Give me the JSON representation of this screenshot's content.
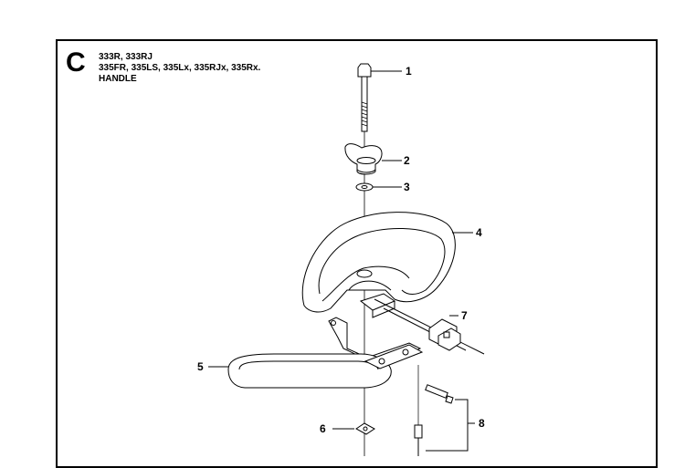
{
  "header": {
    "section_letter": "C",
    "models_line1": "333R, 333RJ",
    "models_line2": "335FR, 335LS, 335Lx, 335RJx, 335Rx.",
    "assembly_name": "HANDLE"
  },
  "callouts": [
    "1",
    "2",
    "3",
    "4",
    "5",
    "6",
    "7",
    "8"
  ],
  "colors": {
    "line": "#000000",
    "background": "#ffffff"
  }
}
